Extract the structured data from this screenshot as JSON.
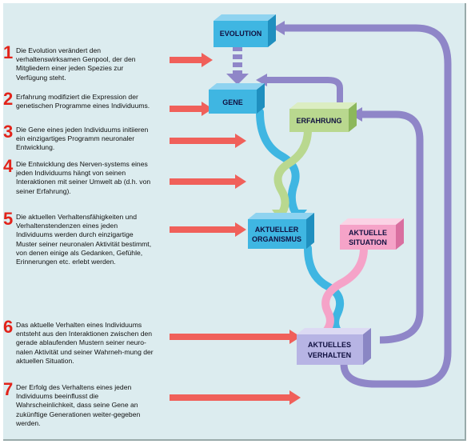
{
  "steps": [
    {
      "number": "1",
      "text": "Die Evolution verändert den verhaltenswirksamen Genpool, der den Mitgliedern einer jeden Spezies zur Verfügung steht."
    },
    {
      "number": "2",
      "text": "Erfahrung modifiziert die Expression der genetischen Programme eines Individuums."
    },
    {
      "number": "3",
      "text": "Die Gene eines jeden Individuums initiieren ein einzigartiges Programm neuronaler Entwicklung."
    },
    {
      "number": "4",
      "text": "Die Entwicklung des Nerven-systems eines jeden Individuums hängt von seinen Interaktionen mit seiner Umwelt ab (d.h. von seiner Erfahrung)."
    },
    {
      "number": "5",
      "text": "Die aktuellen Verhaltensfähigkeiten und Verhaltenstendenzen eines jeden Individuums werden durch einzigartige Muster seiner neuronalen Aktivität bestimmt, von denen einige als Gedanken, Gefühle, Erinnerungen etc. erlebt werden."
    },
    {
      "number": "6",
      "text": "Das aktuelle Verhalten eines Individuums entsteht aus den Interaktionen zwischen den gerade ablaufenden Mustern seiner neuro-nalen Aktivität und seiner Wahrneh-mung der aktuellen Situation."
    },
    {
      "number": "7",
      "text": "Der Erfolg des Verhaltens eines jeden Individuums beeinflusst die Wahrscheinlichkeit, dass seine Gene an zukünftige Generationen weiter-gegeben werden."
    }
  ],
  "boxes": {
    "evolution": {
      "line1": "EVOLUTION",
      "line2": ""
    },
    "gene": {
      "line1": "GENE",
      "line2": ""
    },
    "erfahrung": {
      "line1": "ERFAHRUNG",
      "line2": ""
    },
    "organismus": {
      "line1": "AKTUELLER",
      "line2": "ORGANISMUS"
    },
    "situation": {
      "line1": "AKTUELLE",
      "line2": "SITUATION"
    },
    "verhalten": {
      "line1": "AKTUELLES",
      "line2": "VERHALTEN"
    }
  },
  "colors": {
    "background": "#dcecef",
    "number_red": "#e2231a",
    "arrow_red": "#f0605a",
    "cyan_box": "#3fb6e2",
    "green_box": "#b9d88f",
    "pink_box": "#f5a3c8",
    "purple_box": "#b7b4e4",
    "loop_purple": "#8f86c8"
  }
}
